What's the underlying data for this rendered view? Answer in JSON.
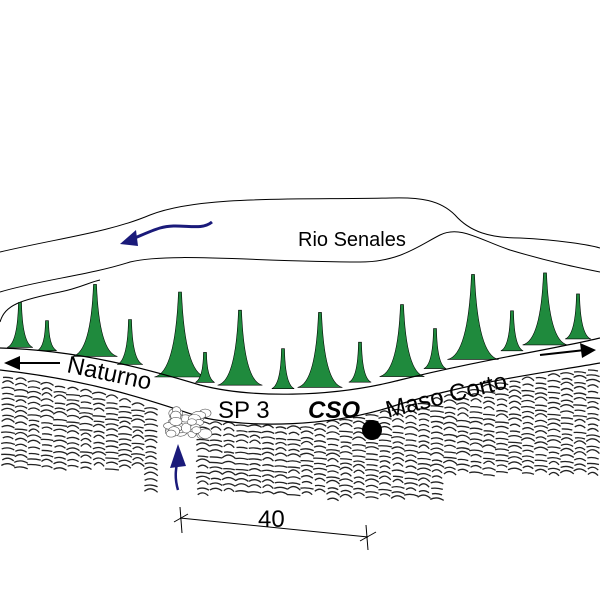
{
  "labels": {
    "river": "Rio Senales",
    "left_town": "Naturno",
    "right_town": "Maso Corto",
    "road": "SP 3",
    "site": "CSO",
    "scale": "40"
  },
  "colors": {
    "tree": "#1f8a3d",
    "arrow": "#1a1a7a",
    "line": "#000000"
  }
}
